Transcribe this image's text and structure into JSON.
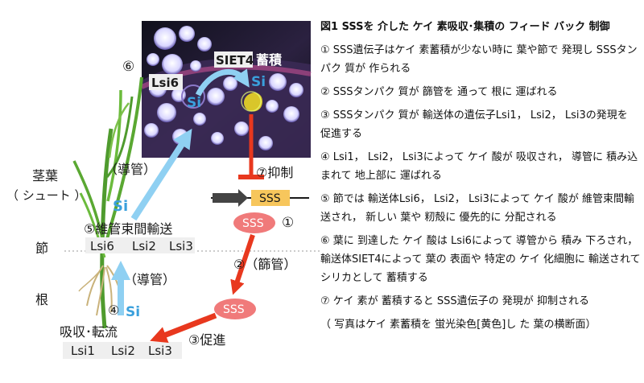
{
  "labels": {
    "siet4": "SIET4",
    "accumulate": "蓄積",
    "lsi6_top": "Lsi6",
    "si_photo_left": "Si",
    "si_photo_right": "Si",
    "num6": "⑥",
    "leaf": "茎葉",
    "shoot": "（ シュート ）",
    "xylem_upper": "（導管）",
    "si_stem": "Si",
    "vascular_transfer": "⑤維管束間輸送",
    "node": "節",
    "node_lsi6": "Lsi6",
    "node_lsi2": "Lsi2",
    "node_lsi3": "Lsi3",
    "xylem_lower": "（導管）",
    "root": "根",
    "num4": "④",
    "si_root": "Si",
    "uptake": "吸収･転流",
    "root_lsi1": "Lsi1",
    "root_lsi2": "Lsi2",
    "root_lsi3": "Lsi3",
    "suppress": "⑦抑制",
    "gene": "SSS",
    "sss_protein": "SSS",
    "num1": "①",
    "phloem": "②（篩管）",
    "sss_lower": "SSS",
    "promote": "③促進"
  },
  "legend": {
    "title": "図1 SSSを 介した ケイ 素吸収･集積の フィード バック 制御",
    "items": [
      "①  SSS遺伝子はケイ 素蓄積が少ない時に 葉や節で 発現し SSSタンパク 質が 作られる",
      "② SSSタンパク 質が 篩管を 通って 根に 運ばれる",
      "③ SSSタンパク 質が 輸送体の遺伝子Lsi1， Lsi2， Lsi3の発現を 促進する",
      "④ Lsi1， Lsi2， Lsi3によって ケイ 酸が 吸収され， 導管に 積み込まれて 地上部に 運ばれる",
      "⑤ 節では 輸送体Lsi6， Lsi2， Lsi3によって ケイ 酸が 維管束間輸送され， 新しい 葉や 籾殻に 優先的に 分配される",
      "⑥ 葉に 到達した ケイ 酸は Lsi6によって 導管から 積み 下ろされ， 輸送体SIET4によって 葉の 表面や 特定の ケイ 化細胞に 輸送されて シリカとして 蓄積する",
      "⑦ ケイ 素が 蓄積すると SSS遺伝子の 発現が 抑制される"
    ],
    "note": "（ 写真はケイ 素蓄積を 蛍光染色[黄色]し た 葉の横断面）"
  },
  "colors": {
    "si_blue": "#3aa0dc",
    "arrow_blue": "#8fd0f2",
    "arrow_red": "#e8381e",
    "sss_pink": "#f07a7a",
    "gene_yellow": "#f7c65c",
    "photo_bg": "#1b1730",
    "silica_yellow": "#d9c62a"
  }
}
